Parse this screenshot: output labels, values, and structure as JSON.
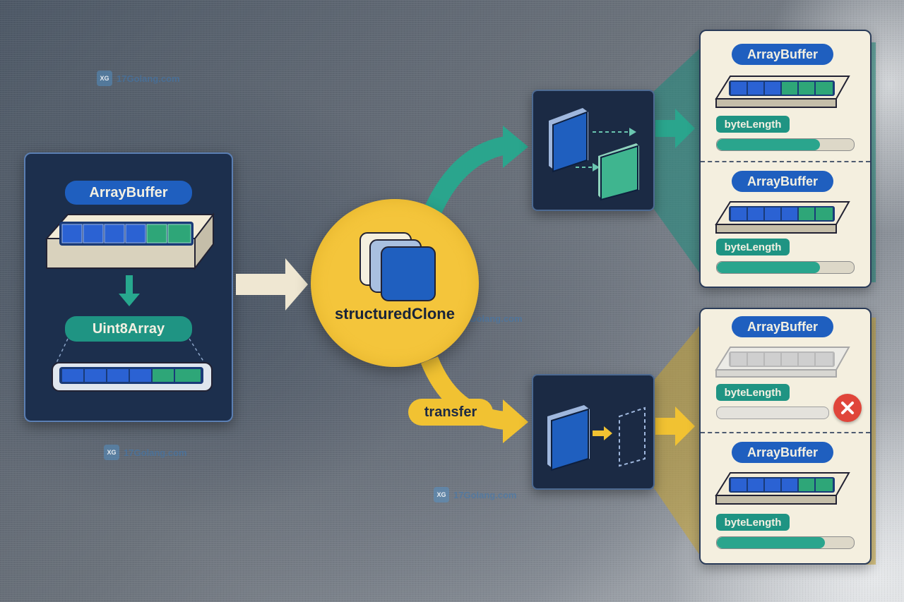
{
  "source": {
    "buffer_label": "ArrayBuffer",
    "view_label": "Uint8Array"
  },
  "center": {
    "label": "structuredClone"
  },
  "transfer_label": "transfer",
  "copy_result": {
    "top": {
      "buffer_label": "ArrayBuffer",
      "length_label": "byteLength",
      "fill": 0.75
    },
    "bottom": {
      "buffer_label": "ArrayBuffer",
      "length_label": "byteLength",
      "fill": 0.75
    }
  },
  "transfer_result": {
    "top": {
      "buffer_label": "ArrayBuffer",
      "length_label": "byteLength",
      "fill": 0.0,
      "status_icon": "error-x-icon"
    },
    "bottom": {
      "buffer_label": "ArrayBuffer",
      "length_label": "byteLength",
      "fill": 0.79
    }
  },
  "watermark": "17Golang.com",
  "colors": {
    "blue": "#1f5fbf",
    "teal": "#1f9483",
    "yellow": "#f4c53b",
    "dark": "#1b2a44",
    "cream": "#f4efdf",
    "error": "#e0453a"
  }
}
